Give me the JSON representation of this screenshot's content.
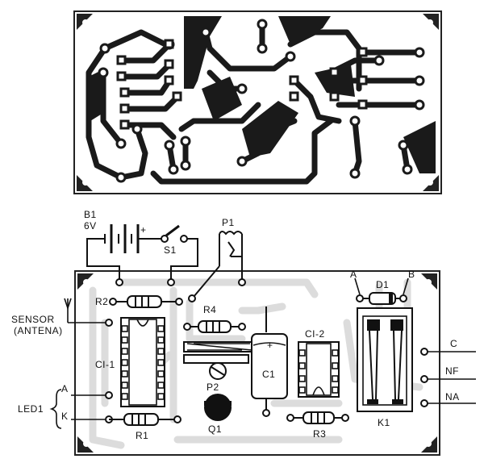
{
  "labels": {
    "battery": "B1",
    "battery_voltage": "6V",
    "battery_plus": "+",
    "switch": "S1",
    "pot1": "P1",
    "r2": "R2",
    "r4": "R4",
    "r1": "R1",
    "r3": "R3",
    "sensor": "SENSOR",
    "antenna": "(ANTENA)",
    "ci1": "CI-1",
    "ci2": "CI-2",
    "p2": "P2",
    "c1": "C1",
    "c1_plus": "+",
    "q1": "Q1",
    "led_a": "A",
    "led_k": "K",
    "led": "LED1",
    "d1": "D1",
    "relay": "K1",
    "terminal_a": "A",
    "terminal_b": "B",
    "contact_c": "C",
    "contact_nf": "NF",
    "contact_na": "NA"
  },
  "colors": {
    "copper": "#1a1a1a",
    "silkscreen_board": "#e6e6e6",
    "trace_shadow": "#c8c8c8",
    "ink": "#111111"
  }
}
